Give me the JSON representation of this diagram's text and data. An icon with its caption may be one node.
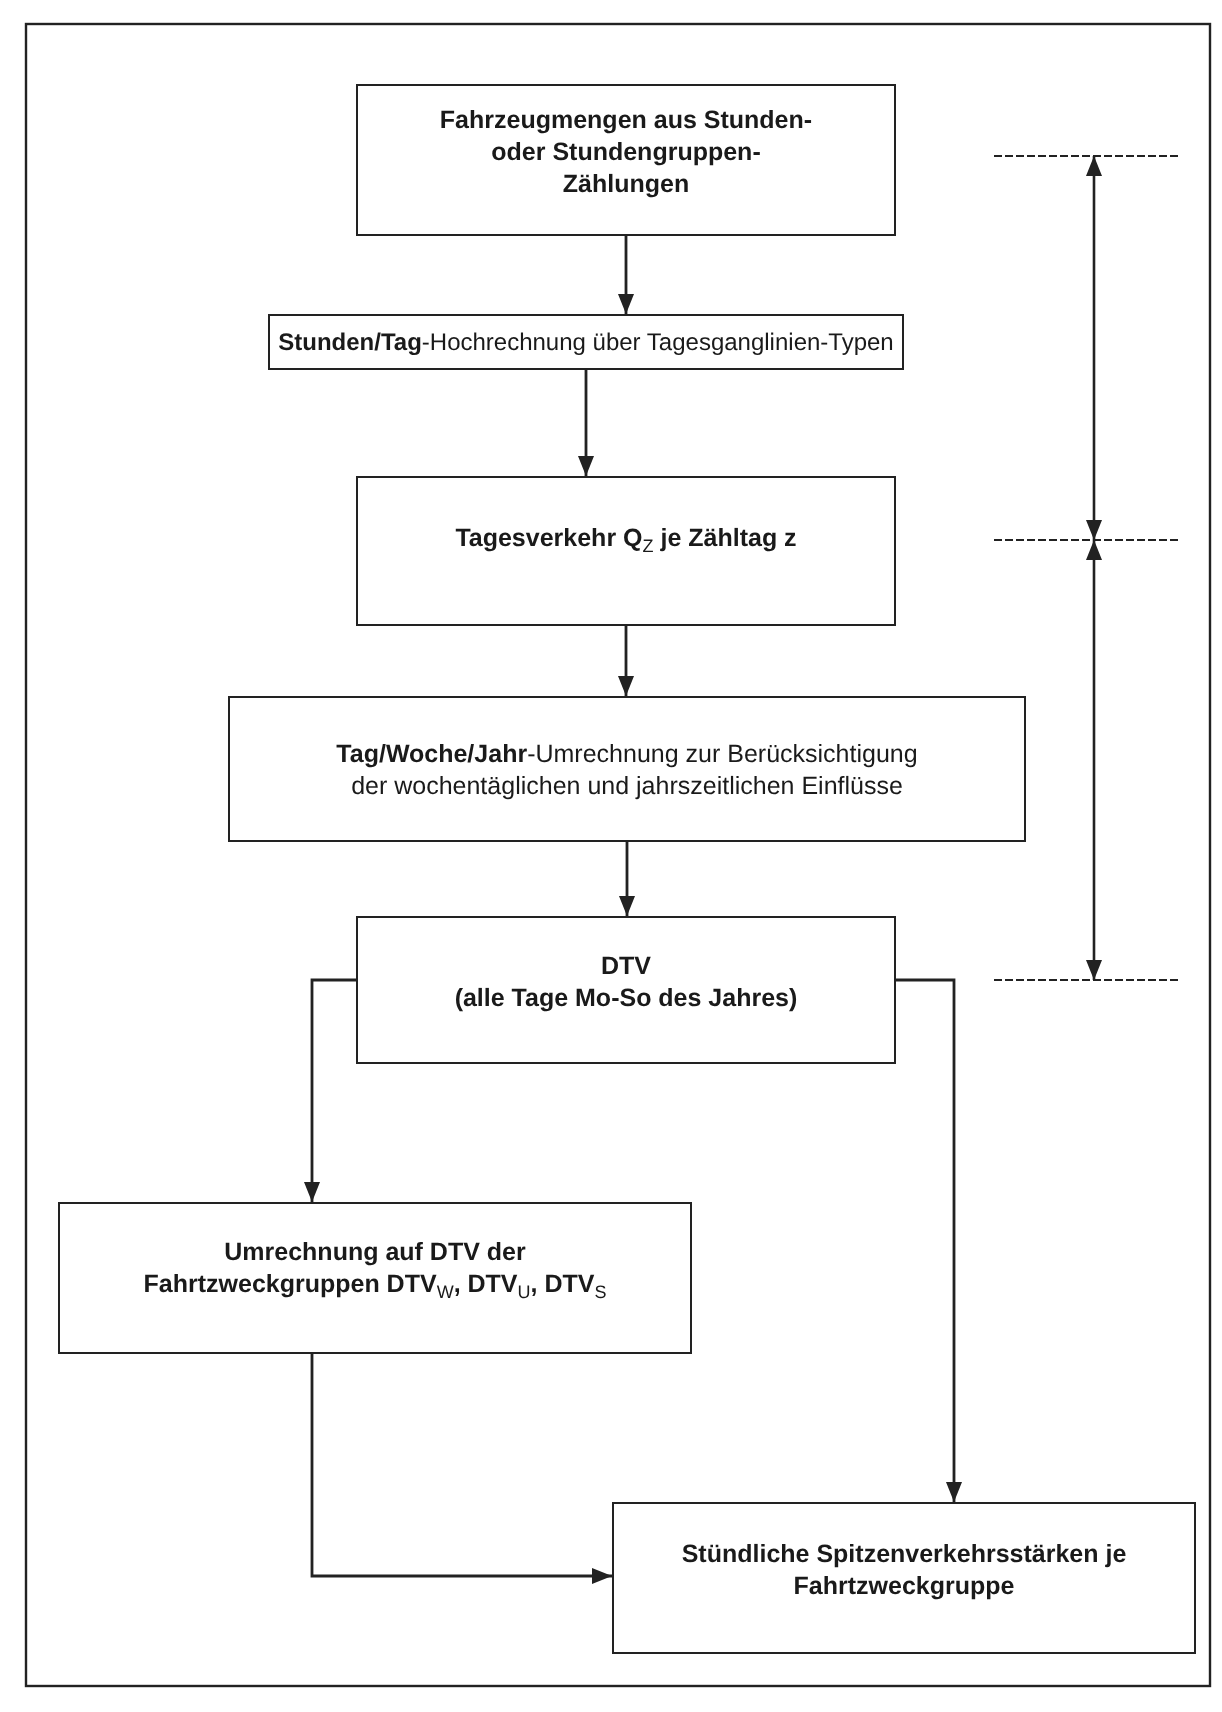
{
  "diagram": {
    "nodes": [
      {
        "text": [
          "Fahrzeugmengen aus Stunden- oder Stundengruppen-Zählungen"
        ]
      },
      {
        "text": [
          "**Stunden/Tag**-Hochrechnung über Tagesganglinien-Typen"
        ]
      },
      {
        "text": [
          "Tagesverkehr Q$_{Z}$ je Zähltag z"
        ]
      },
      {
        "text": [
          "**Tag/Woche/Jahr**-Umrechnung zur Berücksichtigung der wochentäglichen und jahrszeitlichen Einflüsse"
        ]
      },
      {
        "text": [
          "DTV",
          "(alle Tage Mo-So des Jahres)"
        ]
      },
      {
        "text": [
          "Umrechnung auf DTV der Fahrtzweckgruppen DTV$_{W}$, DTV$_{U}$, DTV$_{S}$"
        ]
      },
      {
        "text": [
          "Stündliche Spitzenverkehrsstärken je Fahrtzweckgruppe"
        ]
      }
    ],
    "edges": [
      {
        "from": 0,
        "to": 1,
        "arrow": "to"
      },
      {
        "from": 1,
        "to": 2,
        "arrow": "to"
      },
      {
        "from": 2,
        "to": 3,
        "arrow": "to"
      },
      {
        "from": 3,
        "to": 4,
        "arrow": "to"
      },
      {
        "from": 4,
        "to": 5,
        "arrow": "to"
      },
      {
        "from": 4,
        "to": 6,
        "arrow": "to"
      },
      {
        "from": 5,
        "to": 6,
        "arrow": "to"
      }
    ]
  }
}
